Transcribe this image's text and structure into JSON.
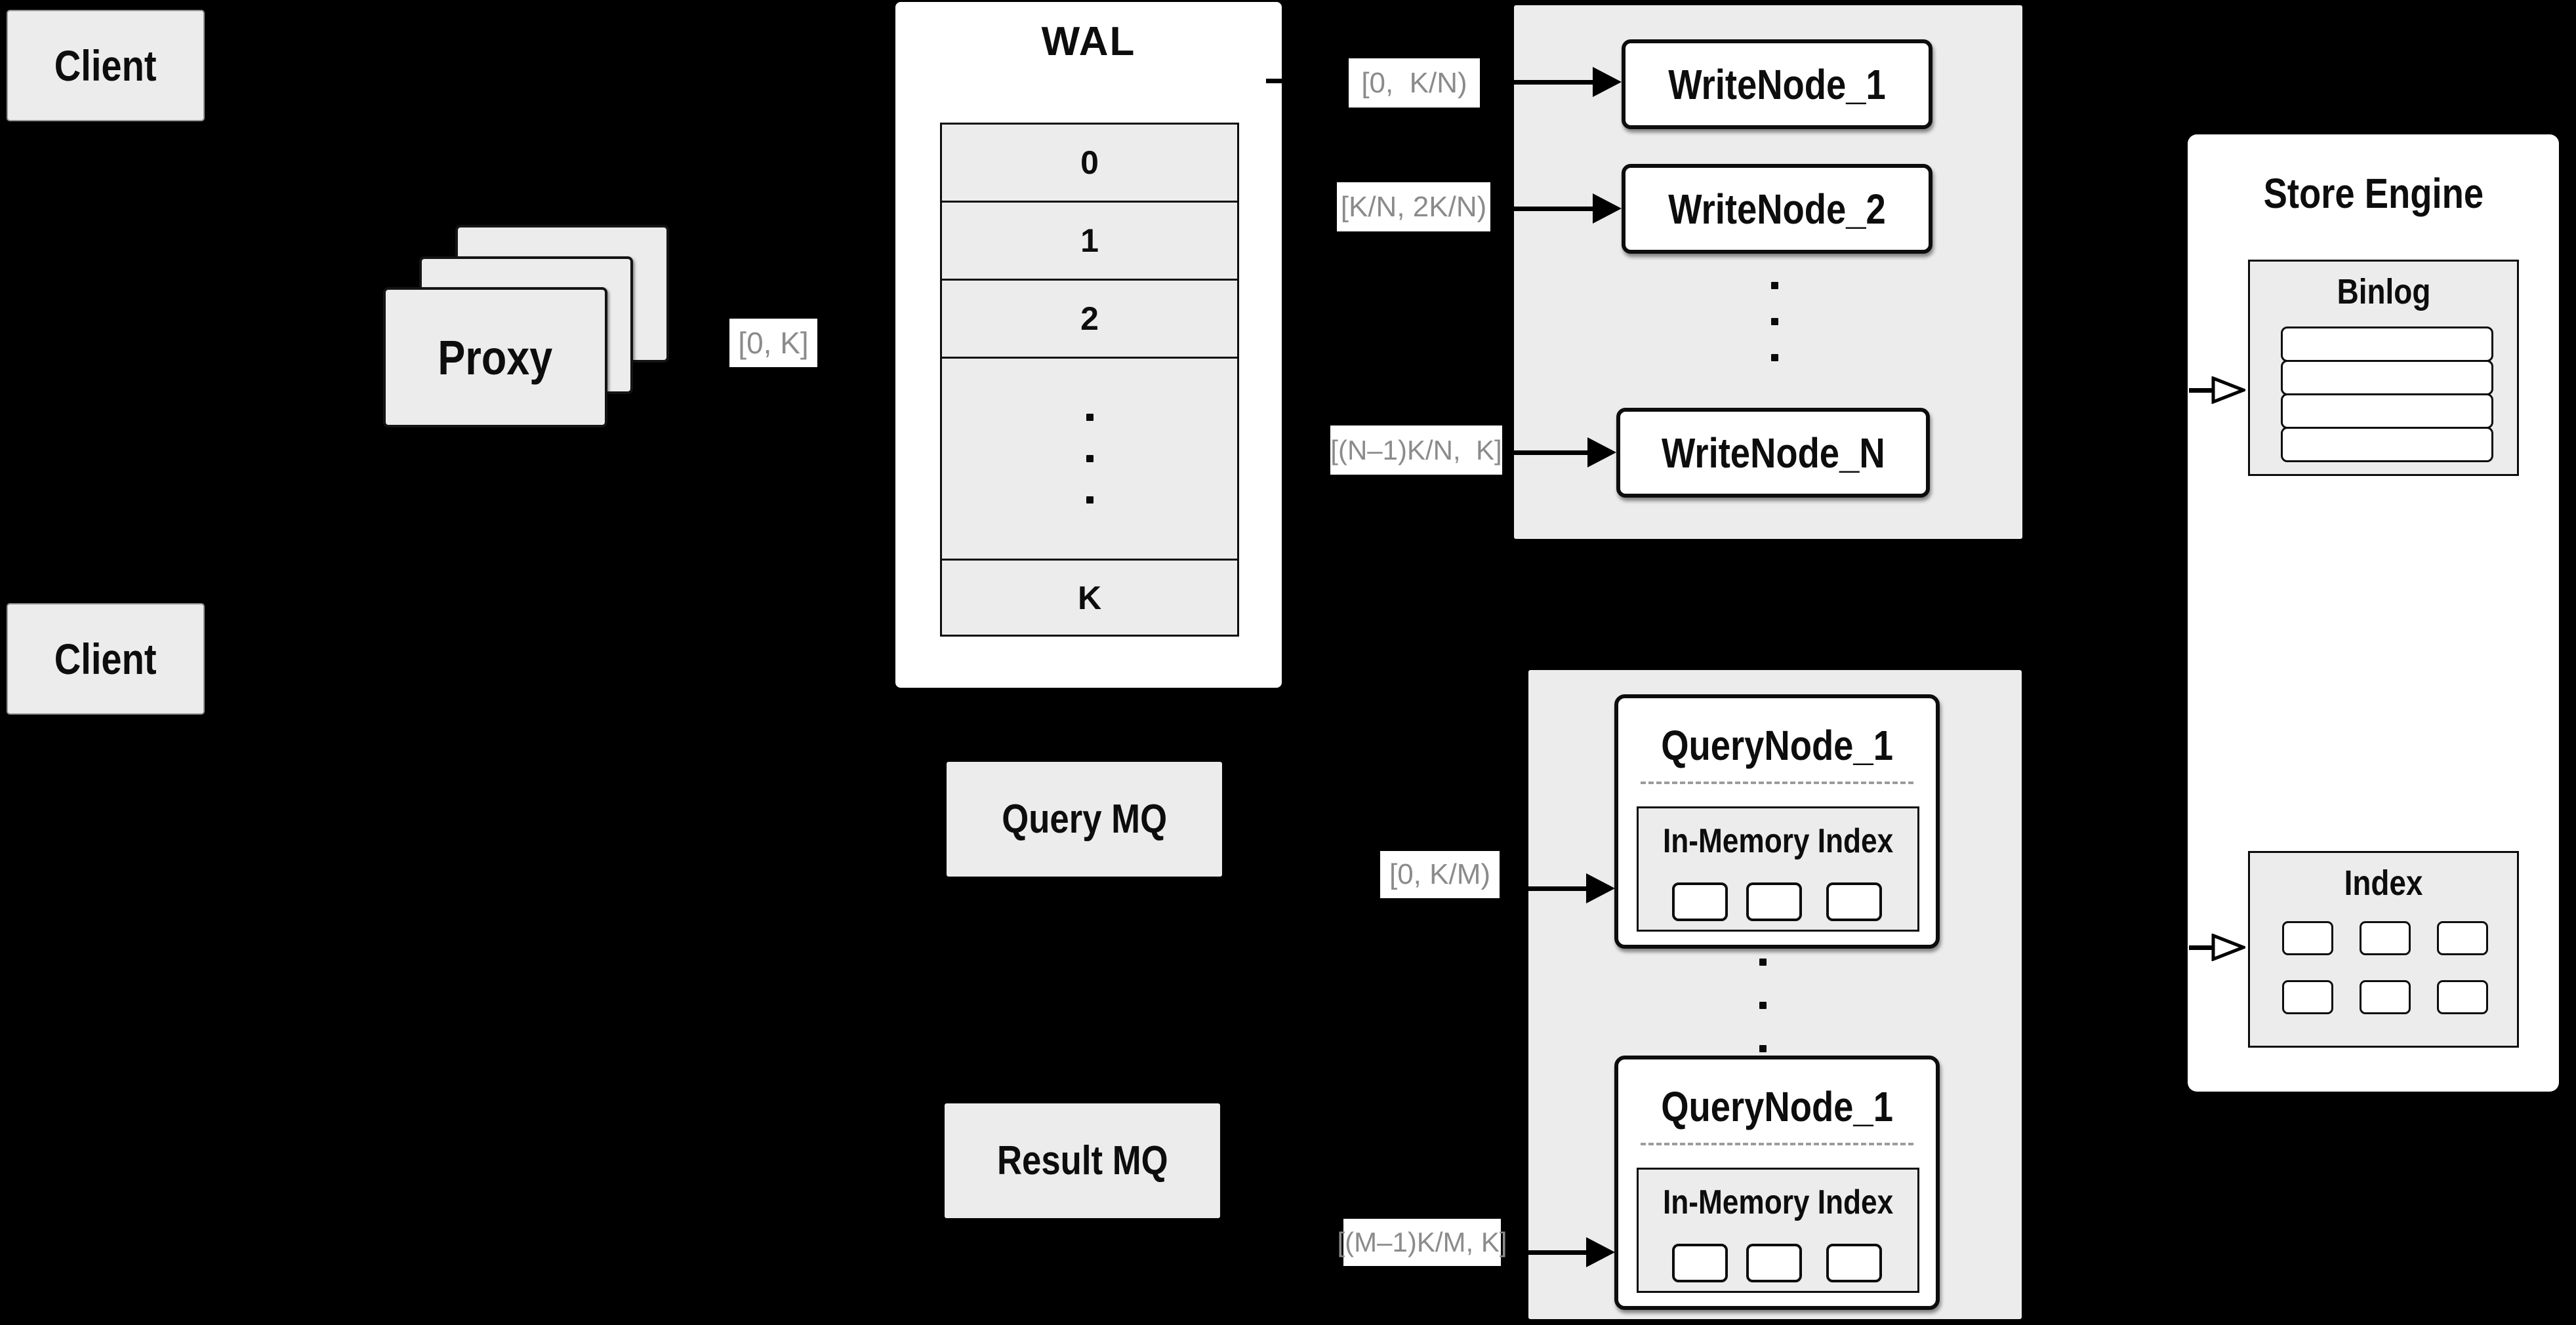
{
  "colors": {
    "background": "#000000",
    "panel_gray": "#ececec",
    "white": "#ffffff",
    "ink": "#0d0d0d",
    "range_text": "#8b8b8b"
  },
  "clients": {
    "top_label": "Client",
    "bottom_label": "Client"
  },
  "proxy": {
    "label": "Proxy",
    "range_label": "[0, K]"
  },
  "wal": {
    "title": "WAL",
    "row_0": "0",
    "row_1": "1",
    "row_2": "2",
    "row_last": "K"
  },
  "write": {
    "range_labels": [
      "[0,  K/N)",
      "[K/N, 2K/N)",
      "[(N–1)K/N,  K]"
    ],
    "node_labels": [
      "WriteNode_1",
      "WriteNode_2",
      "WriteNode_N"
    ]
  },
  "query": {
    "query_mq_label": "Query MQ",
    "result_mq_label": "Result MQ",
    "range_labels": [
      "[0, K/M)",
      "[(M–1)K/M, K]"
    ],
    "nodes": [
      {
        "title": "QueryNode_1",
        "inner_title": "In-Memory Index"
      },
      {
        "title": "QueryNode_1",
        "inner_title": "In-Memory Index"
      }
    ]
  },
  "store": {
    "title": "Store Engine",
    "binlog_title": "Binlog",
    "index_title": "Index"
  }
}
